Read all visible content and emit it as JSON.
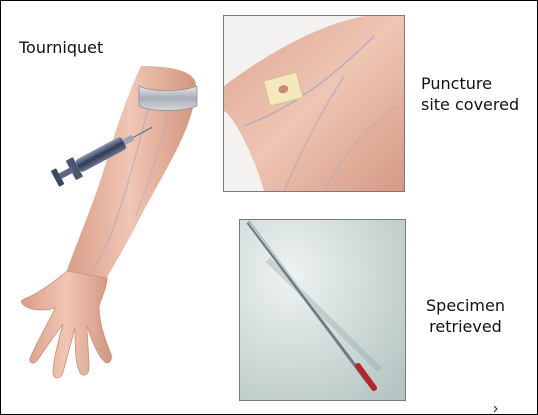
{
  "labels": {
    "tourniquet": "Tourniquet",
    "puncture_line1": "Puncture",
    "puncture_line2": "site covered",
    "specimen_line1": "Specimen",
    "specimen_line2": "retrieved"
  },
  "colors": {
    "skin": "#e8b9a6",
    "skin_shadow": "#c98f7b",
    "vein": "#9fa6c8",
    "tourniquet": "#b9bcc2",
    "syringe": "#3b4a66",
    "blood": "#b8262a",
    "gauze": "#f3e6b8"
  }
}
